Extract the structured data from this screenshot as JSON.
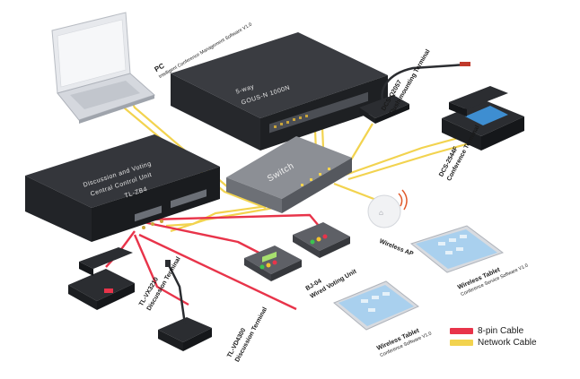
{
  "devices": {
    "pc": {
      "title": "PC",
      "subtitle": "Intelligent Conference Management Software V1.0"
    },
    "gigabit_switch": {
      "line1": "5-way",
      "line2": "GOUS-N 1000N"
    },
    "central_unit": {
      "line1": "Discussion and Voting",
      "line2": "Central Control Unit",
      "line3": "TL-ZB4"
    },
    "switch": {
      "label": "Switch"
    },
    "flush_terminal": {
      "model": "DCS-Q2057",
      "name": "Flush-mounting Terminal"
    },
    "conference_terminal": {
      "model": "DCS-2544F",
      "name": "Conference Terminal"
    },
    "wireless_ap": {
      "label": "Wireless AP"
    },
    "voting_unit": {
      "model": "BJ-04",
      "name": "Wired Voting Unit"
    },
    "tablet_right": {
      "title": "Wireless Tablet",
      "subtitle": "Conference Service Software V1.0"
    },
    "tablet_left": {
      "title": "Wireless Tablet",
      "subtitle": "Conference Software V1.0"
    },
    "discussion_terminal_1": {
      "model": "TL-VX3210",
      "name": "Discussion Terminal"
    },
    "discussion_terminal_2": {
      "model": "TL-VD4300",
      "name": "Discussion Terminal"
    }
  },
  "legend": [
    {
      "label": "8-pin Cable",
      "color": "#e8344a"
    },
    {
      "label": "Network Cable",
      "color": "#f2d34f"
    }
  ],
  "colors": {
    "red_cable": "#e8344a",
    "yellow_cable": "#f2d34f",
    "device_dark": "#2b2d31"
  }
}
